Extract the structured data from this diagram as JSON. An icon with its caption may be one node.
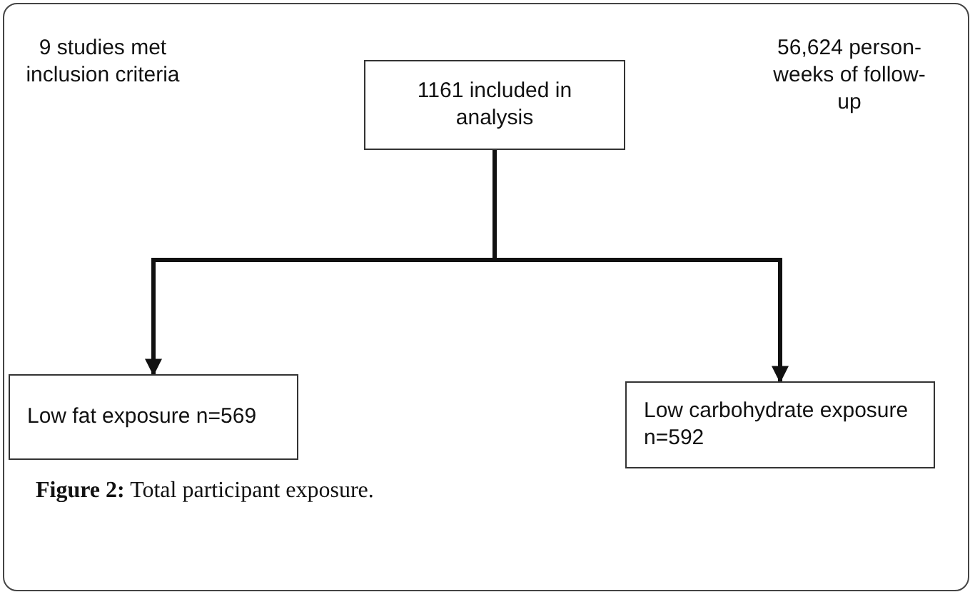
{
  "diagram": {
    "caption": "**Figure 2:** Total participant exposure.",
    "nodes": [
      {
        "text": [
          "1161 included in analysis"
        ]
      },
      {
        "text": [
          "Low fat exposure n=569"
        ]
      },
      {
        "text": [
          "Low carbohydrate exposure n=592"
        ]
      }
    ],
    "edges": [
      {
        "from": 0,
        "to": 1,
        "arrow": "to"
      },
      {
        "from": 0,
        "to": 2,
        "arrow": "to"
      }
    ],
    "labels": [
      "9 studies met inclusion criteria",
      "56,624 person-weeks of follow-up"
    ]
  }
}
